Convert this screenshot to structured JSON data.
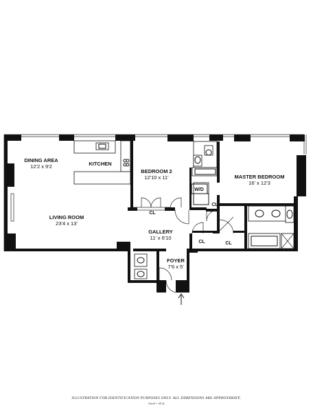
{
  "rooms": {
    "dining_area": {
      "name": "DINING AREA",
      "dims": "12'2 x 9'2"
    },
    "kitchen": {
      "name": "KITCHEN"
    },
    "living_room": {
      "name": "LIVING ROOM",
      "dims": "23'4 x 13'"
    },
    "bedroom2": {
      "name": "BEDROOM 2",
      "dims": "12'10 x 11'"
    },
    "master_bedroom": {
      "name": "MASTER BEDROOM",
      "dims": "16' x 12'3"
    },
    "gallery": {
      "name": "GALLERY",
      "dims": "11' x 6'10"
    },
    "foyer": {
      "name": "FOYER",
      "dims": "7'6 x 5'"
    }
  },
  "closets": {
    "label": "CL"
  },
  "washer_dryer": {
    "label": "W/D"
  },
  "footer": {
    "disclaimer": "ILLUSTRATION FOR IDENTIFICATION PURPOSES ONLY. ALL DIMENSIONS ARE APPROXIMATE.",
    "scale": "1inch = 25 ft."
  }
}
